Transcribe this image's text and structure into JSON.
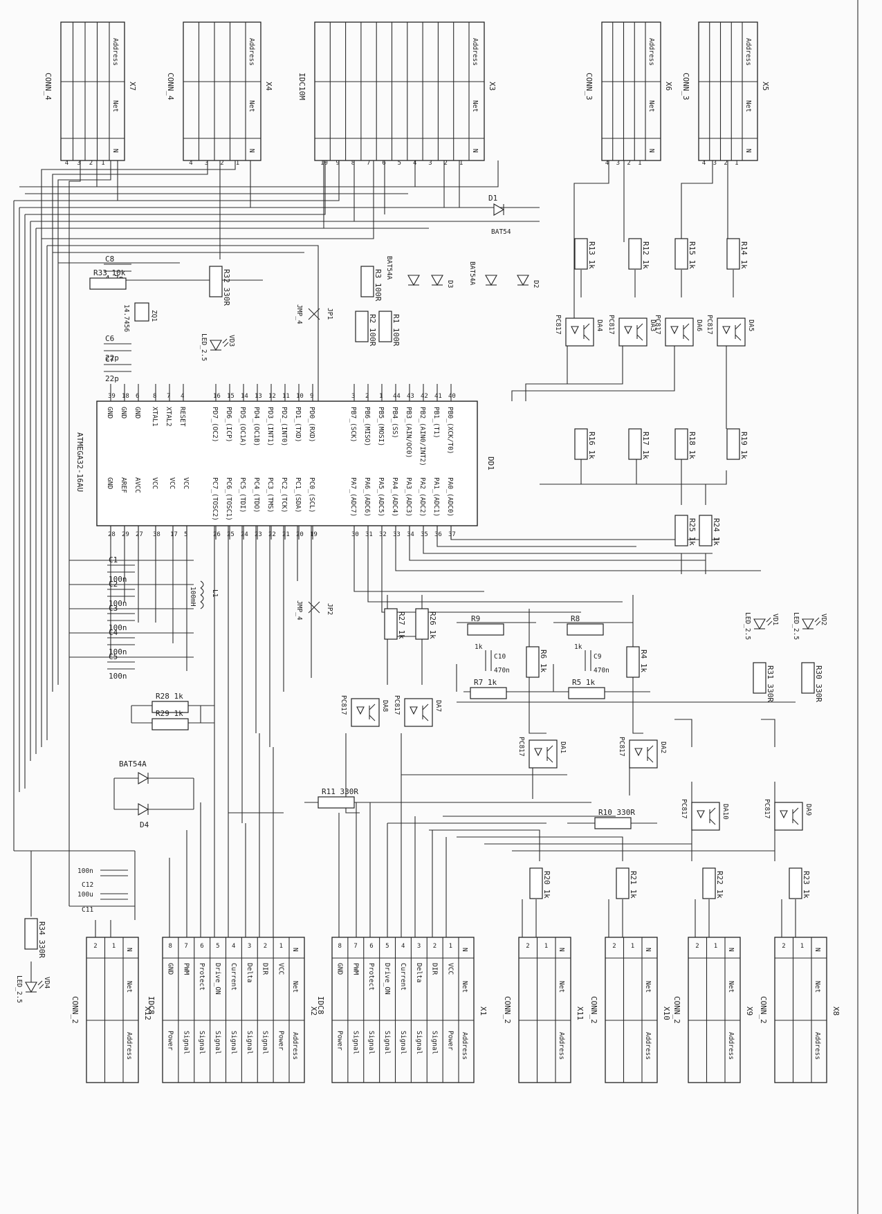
{
  "sheet": {
    "background": "#fbfbfb",
    "ink": "#222222"
  },
  "mcu": {
    "ref": "DD1",
    "part": "ATMEGA32-16AU",
    "top_pins": [
      {
        "num": "39",
        "name": "GND"
      },
      {
        "num": "18",
        "name": "GND"
      },
      {
        "num": "6",
        "name": "GND"
      },
      {
        "num": "8",
        "name": "XTAL1"
      },
      {
        "num": "7",
        "name": "XTAL2"
      },
      {
        "num": "4",
        "name": "RESET"
      },
      {
        "num": "16",
        "name": "PD7_(OC2)"
      },
      {
        "num": "15",
        "name": "PD6_(ICP)"
      },
      {
        "num": "14",
        "name": "PD5_(OC1A)"
      },
      {
        "num": "13",
        "name": "PD4_(OC1B)"
      },
      {
        "num": "12",
        "name": "PD3_(INT1)"
      },
      {
        "num": "11",
        "name": "PD2_(INT0)"
      },
      {
        "num": "10",
        "name": "PD1_(TXD)"
      },
      {
        "num": "9",
        "name": "PD0_(RXD)"
      },
      {
        "num": "3",
        "name": "PB7_(SCK)"
      },
      {
        "num": "2",
        "name": "PB6_(MISO)"
      },
      {
        "num": "1",
        "name": "PB5_(MOSI)"
      },
      {
        "num": "44",
        "name": "PB4_(SS)"
      },
      {
        "num": "43",
        "name": "PB3_(AIN/OC0)"
      },
      {
        "num": "42",
        "name": "PB2_(AIN0/INT2)"
      },
      {
        "num": "41",
        "name": "PB1_(T1)"
      },
      {
        "num": "40",
        "name": "PB0_(XCK/T0)"
      }
    ],
    "bottom_pins": [
      {
        "num": "28",
        "name": "GND"
      },
      {
        "num": "29",
        "name": "AREF"
      },
      {
        "num": "27",
        "name": "AVCC"
      },
      {
        "num": "38",
        "name": "VCC"
      },
      {
        "num": "17",
        "name": "VCC"
      },
      {
        "num": "5",
        "name": "VCC"
      },
      {
        "num": "26",
        "name": "PC7_(TOSC2)"
      },
      {
        "num": "25",
        "name": "PC6_(TOSC1)"
      },
      {
        "num": "24",
        "name": "PC5_(TDI)"
      },
      {
        "num": "23",
        "name": "PC4_(TDO)"
      },
      {
        "num": "22",
        "name": "PC3_(TMS)"
      },
      {
        "num": "21",
        "name": "PC2_(TCK)"
      },
      {
        "num": "20",
        "name": "PC1_(SDA)"
      },
      {
        "num": "19",
        "name": "PC0_(SCL)"
      },
      {
        "num": "30",
        "name": "PA7_(ADC7)"
      },
      {
        "num": "31",
        "name": "PA6_(ADC6)"
      },
      {
        "num": "32",
        "name": "PA5_(ADC5)"
      },
      {
        "num": "33",
        "name": "PA4_(ADC4)"
      },
      {
        "num": "34",
        "name": "PA3_(ADC3)"
      },
      {
        "num": "35",
        "name": "PA2_(ADC2)"
      },
      {
        "num": "36",
        "name": "PA1_(ADC1)"
      },
      {
        "num": "37",
        "name": "PA0_(ADC0)"
      }
    ]
  },
  "connectors_top": [
    {
      "ref": "X7",
      "type": "CONN_4",
      "pins": [
        "4",
        "3",
        "2",
        "1"
      ]
    },
    {
      "ref": "X4",
      "type": "CONN_4",
      "pins": [
        "4",
        "3",
        "2",
        "1"
      ]
    },
    {
      "ref": "X3",
      "type": "IDC10M",
      "pins": [
        "10",
        "9",
        "8",
        "7",
        "6",
        "5",
        "4",
        "3",
        "2",
        "1"
      ]
    },
    {
      "ref": "X6",
      "type": "CONN_3",
      "pins": [
        "4",
        "3",
        "2",
        "1"
      ]
    },
    {
      "ref": "X5",
      "type": "CONN_3",
      "pins": [
        "4",
        "3",
        "2",
        "1"
      ]
    }
  ],
  "conn_headers": {
    "address": "Address",
    "net": "Net",
    "n": "N"
  },
  "connectors_bottom": [
    {
      "ref": "X12",
      "type": "CONN_2",
      "pins": [
        "2",
        "1"
      ],
      "nets": [],
      "addresses": []
    },
    {
      "ref": "X2",
      "type": "IDC8",
      "pins": [
        "8",
        "7",
        "6",
        "5",
        "4",
        "3",
        "2",
        "1"
      ],
      "nets": [
        "GND",
        "PWM",
        "Protect",
        "Drive_ON",
        "Current",
        "Delta",
        "DIR",
        "VCC"
      ],
      "addresses": [
        "Power",
        "Signal",
        "Signal",
        "Signal",
        "Signal",
        "Signal",
        "Signal",
        "Power"
      ]
    },
    {
      "ref": "X1",
      "type": "IDC8",
      "pins": [
        "8",
        "7",
        "6",
        "5",
        "4",
        "3",
        "2",
        "1"
      ],
      "nets": [
        "GND",
        "PWM",
        "Protect",
        "Drive_ON",
        "Current",
        "Delta",
        "DIR",
        "VCC"
      ],
      "addresses": [
        "Power",
        "Signal",
        "Signal",
        "Signal",
        "Signal",
        "Signal",
        "Signal",
        "Power"
      ]
    },
    {
      "ref": "X11",
      "type": "CONN_2",
      "pins": [
        "2",
        "1"
      ],
      "nets": [],
      "addresses": []
    },
    {
      "ref": "X10",
      "type": "CONN_2",
      "pins": [
        "2",
        "1"
      ],
      "nets": [],
      "addresses": []
    },
    {
      "ref": "X9",
      "type": "CONN_2",
      "pins": [
        "2",
        "1"
      ],
      "nets": [],
      "addresses": []
    },
    {
      "ref": "X8",
      "type": "CONN_2",
      "pins": [
        "2",
        "1"
      ],
      "nets": [],
      "addresses": []
    }
  ],
  "labels": {
    "C8": "C8",
    "C8v": "4.7n",
    "R33": "R33 10k",
    "ZQ1": "ZQ1",
    "ZQ1v": "14.7456",
    "C6": "C6",
    "C6v": "22p",
    "C7": "C7",
    "C7v": "22p",
    "R32": "R32 330R",
    "VD3": "VD3",
    "VD3v": "LED_2.5",
    "JP1": "JP1",
    "JP1v": "JMP_4",
    "R3": "R3 100R",
    "R2": "R2 100R",
    "R1": "R1 100R",
    "BAT54A_a": "BAT54A",
    "D3": "D3",
    "BAT54A_b": "BAT54A",
    "D2": "D2",
    "D1": "D1",
    "BAT54": "BAT54",
    "R13": "R13 1k",
    "R12": "R12 1k",
    "R15": "R15 1k",
    "R14": "R14 1k",
    "PC817": "PC817",
    "DA4": "DA4",
    "DA3": "DA3",
    "DA6": "DA6",
    "DA5": "DA5",
    "R16": "R16 1k",
    "R17": "R17 1k",
    "R18": "R18 1k",
    "R19": "R19 1k",
    "R25": "R25 1k",
    "R24": "R24 1k",
    "C1": "C1",
    "C2": "C2",
    "C3": "C3",
    "C4": "C4",
    "C5": "C5",
    "C100n": "100n",
    "L1": "L1",
    "L1v": "100mH",
    "JP2": "JP2",
    "JP2v": "JMP_4",
    "R27": "R27 1k",
    "R26": "R26 1k",
    "R9": "R9",
    "R9v": "1k",
    "R8": "R8",
    "R8v": "1k",
    "C10": "C10",
    "C10v": "470n",
    "C9": "C9",
    "C9v": "470n",
    "R6": "R6 1k",
    "R4": "R4 1k",
    "R7": "R7 1k",
    "R5": "R5 1k",
    "DA8": "DA8",
    "DA7": "DA7",
    "DA1": "DA1",
    "DA2": "DA2",
    "DA10": "DA10",
    "DA9": "DA9",
    "VD1": "VD1",
    "VD1v": "LED_2.5",
    "VD2": "VD2",
    "VD2v": "LED_2.5",
    "R31": "R31 330R",
    "R30": "R30 330R",
    "R28": "R28 1k",
    "R29": "R29 1k",
    "BAT54A_c": "BAT54A",
    "D4": "D4",
    "R11": "R11 330R",
    "R10": "R10 330R",
    "R20": "R20 1k",
    "R21": "R21 1k",
    "R22": "R22 1k",
    "R23": "R23 1k",
    "C12v": "100n",
    "C12": "C12",
    "C11v": "100u",
    "C11": "C11",
    "R34": "R34 330R",
    "VD4": "VD4",
    "VD4v": "LED_2.5"
  }
}
